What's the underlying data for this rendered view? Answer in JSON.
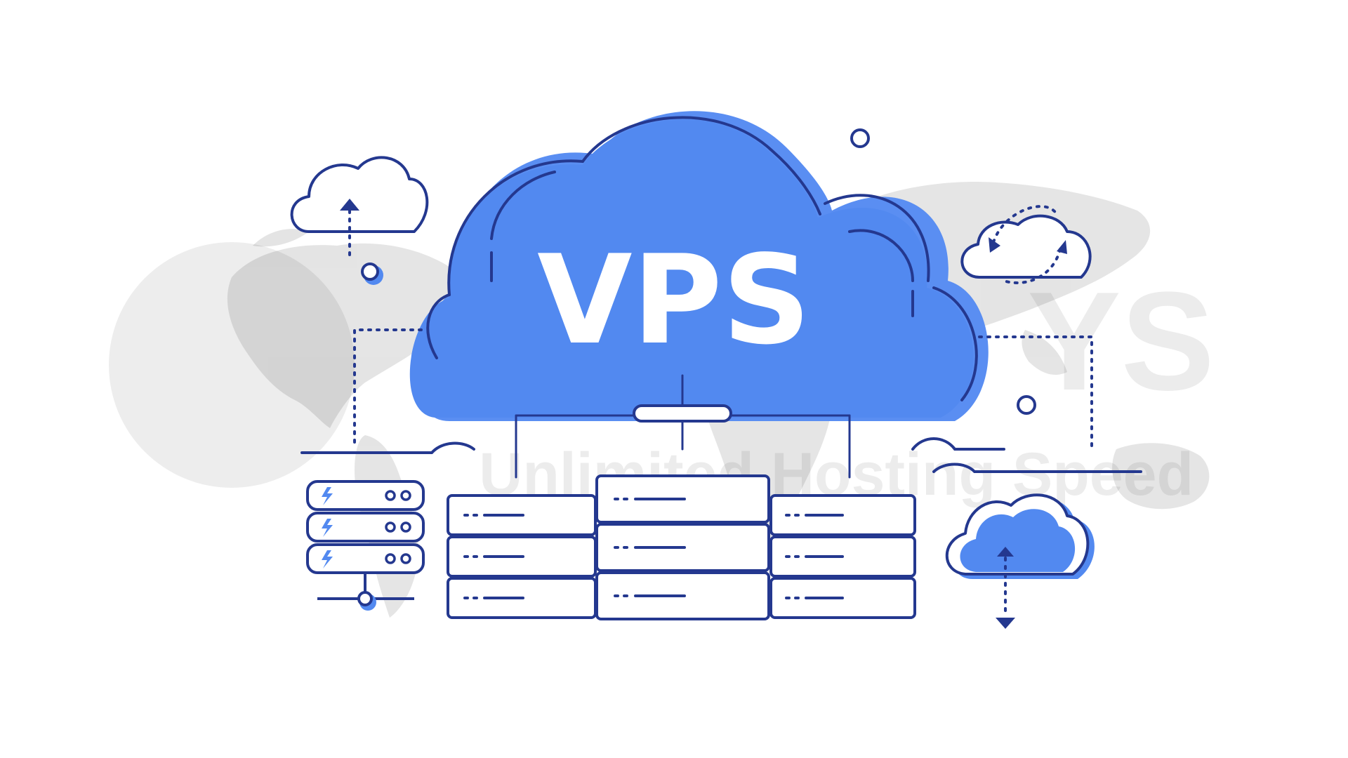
{
  "illustration": {
    "title": "VPS",
    "watermark_tagline": "Unlimited Hosting Speed",
    "watermark_letters": "YS"
  },
  "colors": {
    "accent_blue": "#5289f0",
    "outline_navy": "#24388f",
    "map_gray": "#d9d9d9",
    "background": "#ffffff"
  },
  "icons": [
    "cloud-upload-icon",
    "cloud-sync-icon",
    "cloud-download-icon",
    "server-stack-icon",
    "lightning-icon",
    "world-map"
  ]
}
